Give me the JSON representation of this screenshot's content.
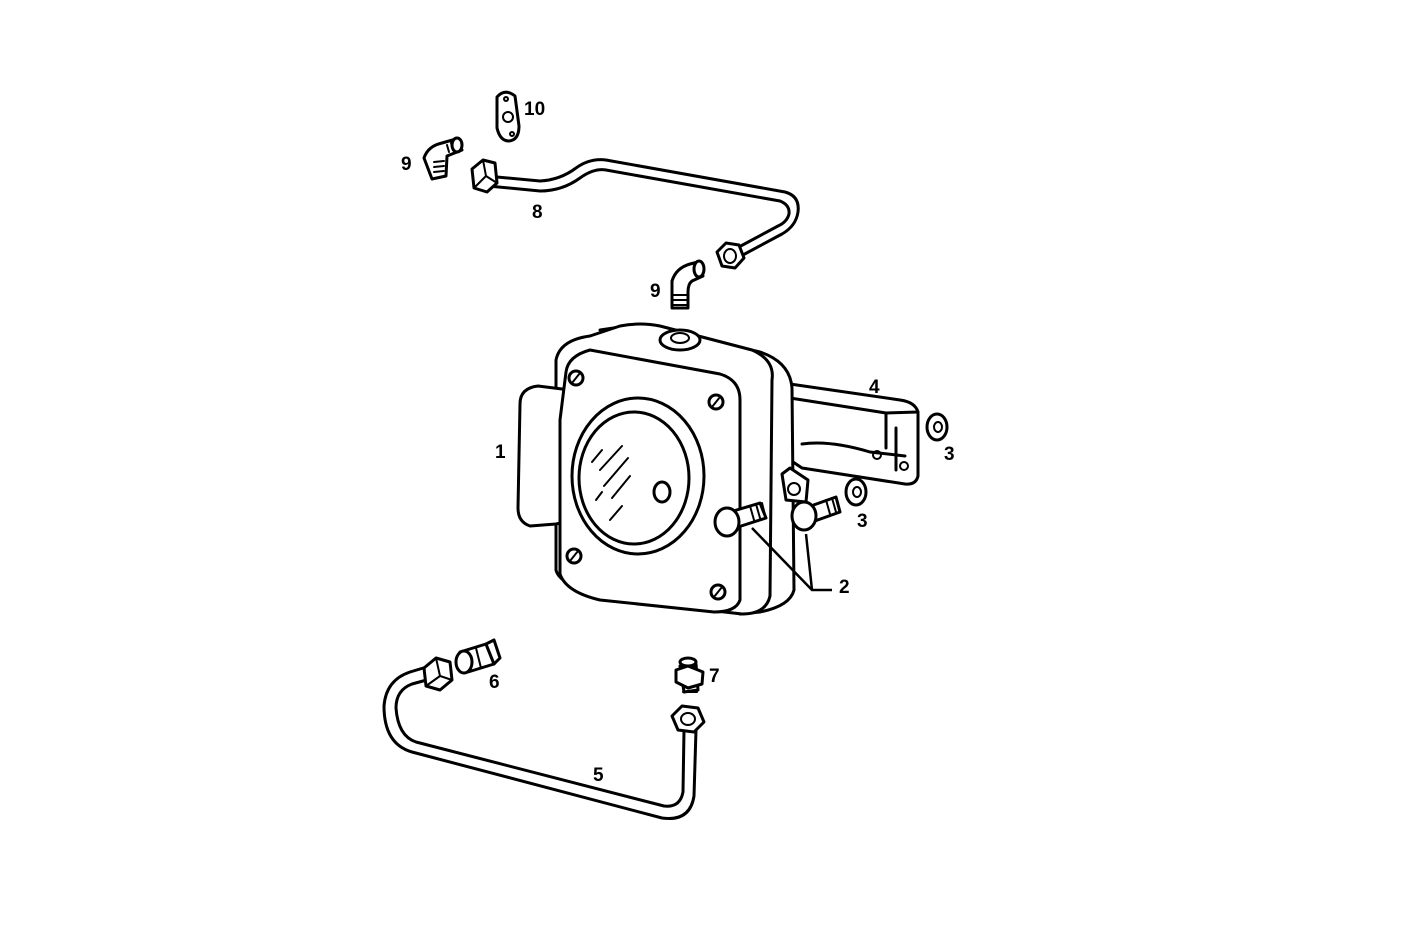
{
  "callouts": {
    "c1": "1",
    "c2": "2",
    "c3a": "3",
    "c3b": "3",
    "c4": "4",
    "c5": "5",
    "c6": "6",
    "c7": "7",
    "c8": "8",
    "c9a": "9",
    "c9b": "9",
    "c10": "10"
  },
  "colors": {
    "line": "#000000",
    "background": "#ffffff"
  }
}
